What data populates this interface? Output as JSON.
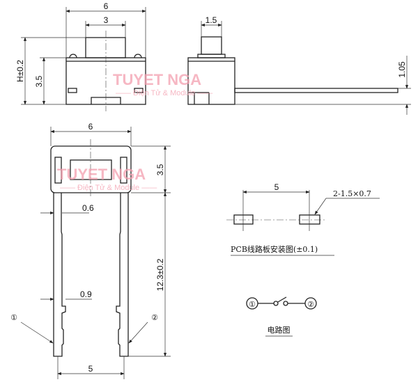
{
  "top_front_view": {
    "width_dim": "6",
    "button_dim": "3",
    "height_dim": "H±0.2",
    "body_height_dim": "3.5"
  },
  "side_view": {
    "button_dim": "1.5",
    "lead_dim": "1.05"
  },
  "bottom_view": {
    "width_dim": "6",
    "body_dim": "3.5",
    "lead_width_top": "0.6",
    "lead_width_bottom": "0.9",
    "lead_length_dim": "12.3±0.2",
    "pitch_dim": "5",
    "pin1": "①",
    "pin2": "②"
  },
  "pcb_layout": {
    "pitch_dim": "5",
    "pad_note": "2-1.5×0.7",
    "caption": "PCB线路板安装图(±0.1)"
  },
  "circuit": {
    "pin1": "①",
    "pin2": "②",
    "caption": "电路图"
  },
  "watermark": {
    "brand": "TUYET NGA",
    "tagline": "—— Điện Tử & Module ——"
  }
}
